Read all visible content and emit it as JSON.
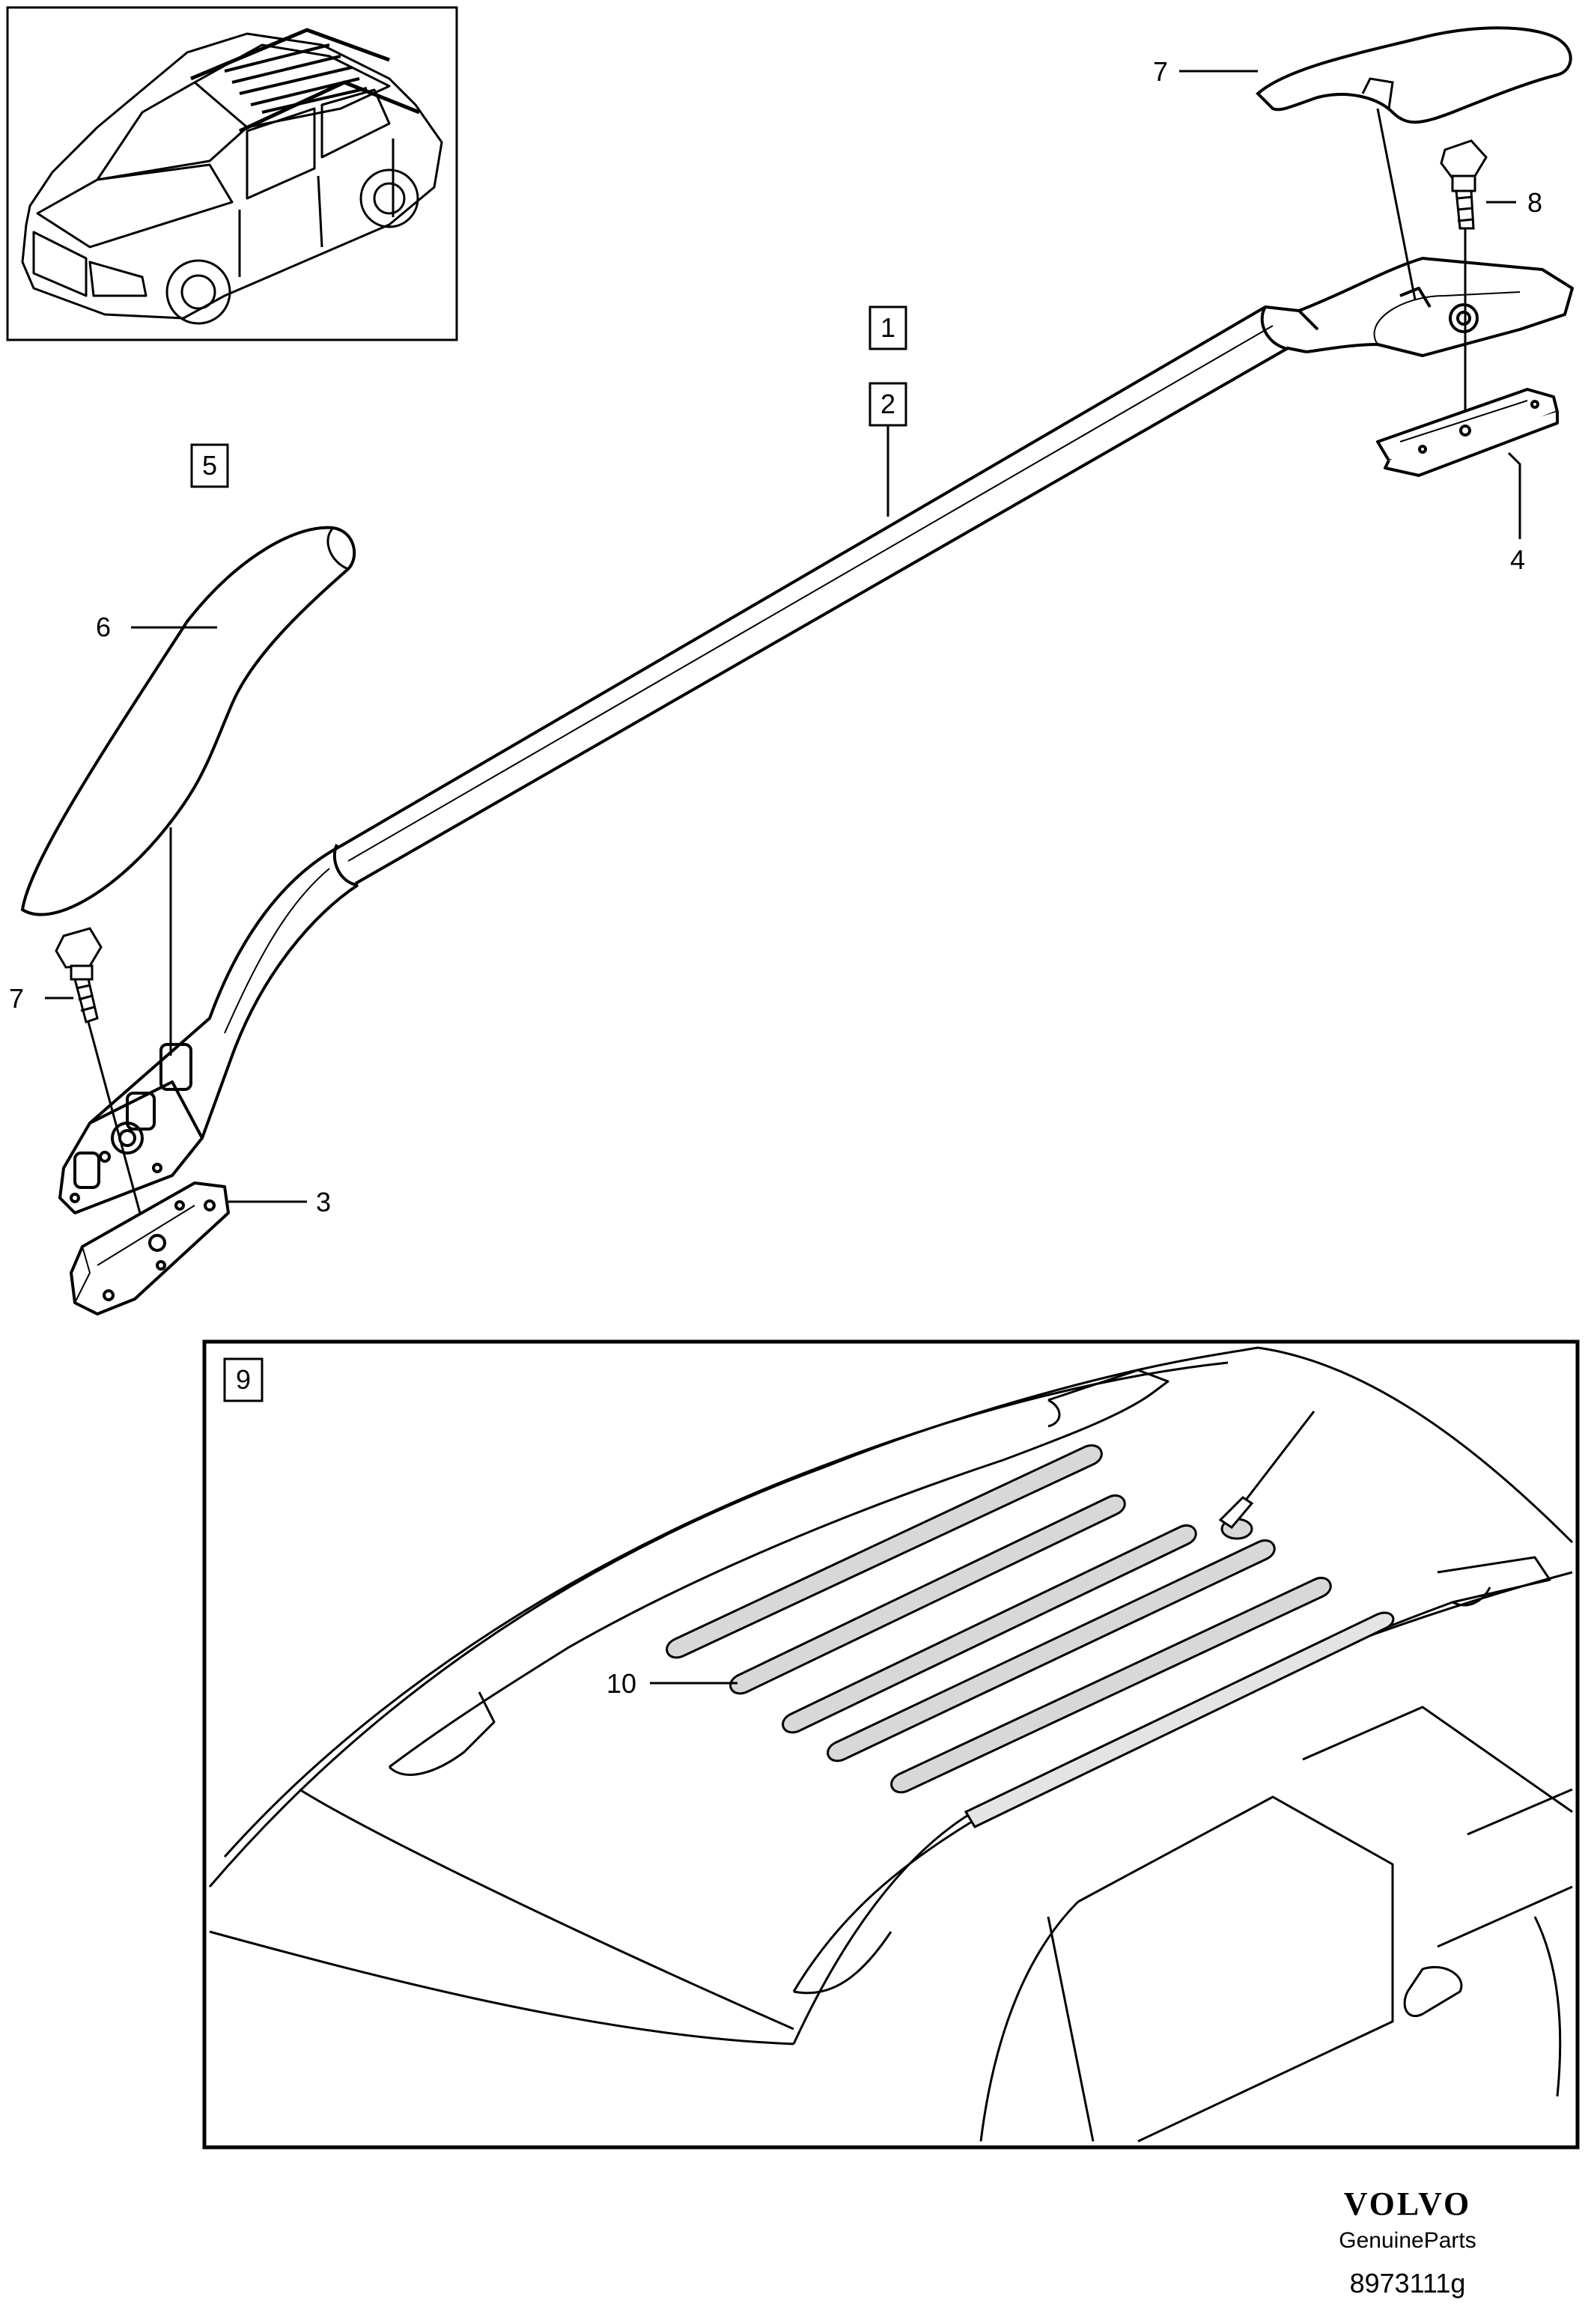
{
  "callouts": [
    {
      "id": "c1",
      "text": "1"
    },
    {
      "id": "c2",
      "text": "2"
    },
    {
      "id": "c3",
      "text": "3"
    },
    {
      "id": "c4",
      "text": "4"
    },
    {
      "id": "c5",
      "text": "5"
    },
    {
      "id": "c6",
      "text": "6"
    },
    {
      "id": "c7a",
      "text": "7"
    },
    {
      "id": "c7b",
      "text": "7"
    },
    {
      "id": "c8",
      "text": "8"
    },
    {
      "id": "c9",
      "text": "9"
    },
    {
      "id": "c10",
      "text": "10"
    }
  ],
  "brand": {
    "name": "VOLVO",
    "tagline": "GenuineParts",
    "ref": "8973111g"
  }
}
